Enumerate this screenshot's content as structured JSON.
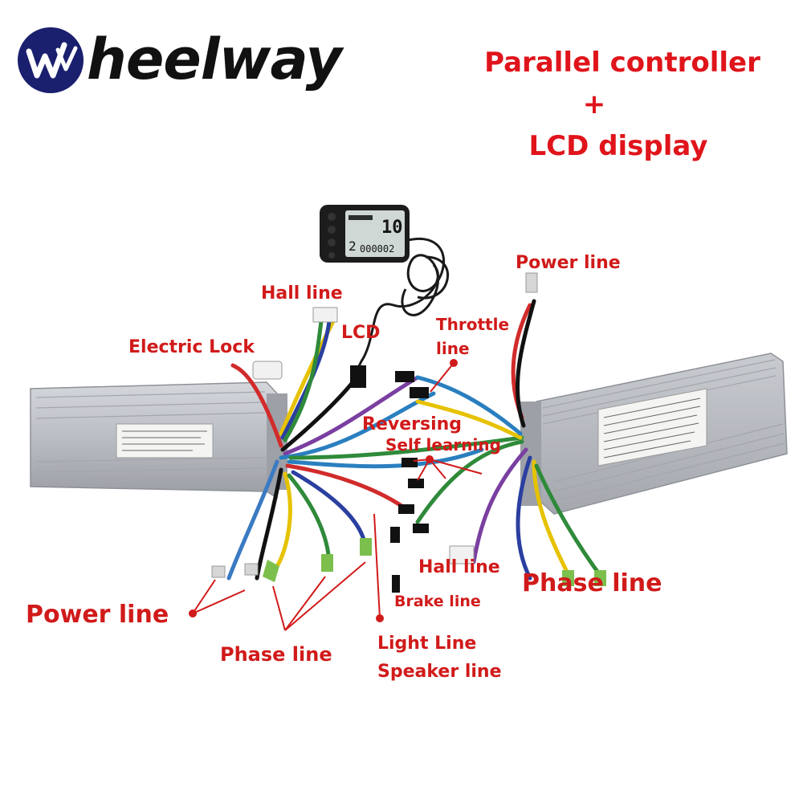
{
  "brand": {
    "logo_text": "heelway",
    "logo_glyph": "w",
    "logo_color": "#1a1f6e"
  },
  "headline": {
    "line1": "Parallel controller",
    "line2": "+",
    "line3": "LCD display",
    "color": "#e0141b"
  },
  "display": {
    "speed_readout": "10",
    "gear_readout": "2",
    "odometer_readout": "000002"
  },
  "labels": {
    "power_line_top": "Power line",
    "hall_line_top": "Hall line",
    "lcd": "LCD",
    "throttle_line_1": "Throttle",
    "throttle_line_2": "line",
    "electric_lock": "Electric Lock",
    "reversing": "Reversing",
    "self_learning": "Self learning",
    "hall_line_bottom": "Hall line",
    "phase_line_right": "Phase line",
    "brake_line": "Brake line",
    "power_line_bottom": "Power line",
    "phase_line_bottom": "Phase line",
    "light_line": "Light Line",
    "speaker_line": "Speaker line"
  },
  "colors": {
    "label_red": "#d11a1a",
    "controller_body": "#b9bcc2"
  }
}
